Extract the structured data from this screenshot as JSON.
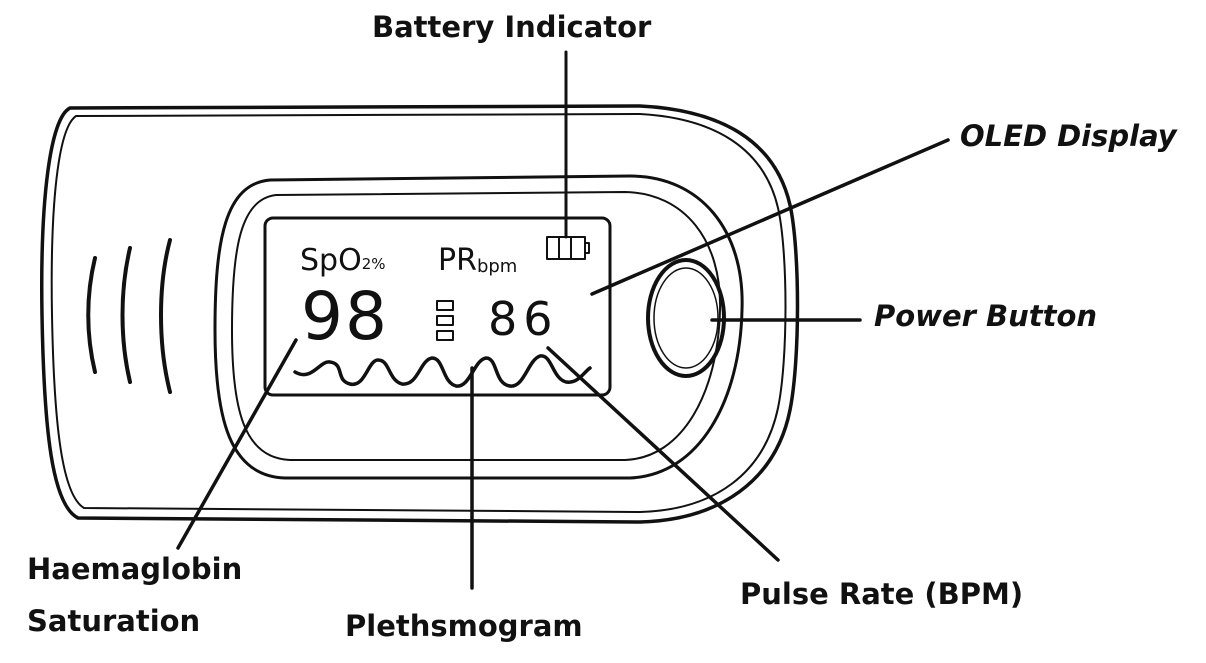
{
  "labels": {
    "battery_indicator": "Battery Indicator",
    "oled_display": "OLED Display",
    "power_button": "Power Button",
    "haemoglobin_saturation_line1": "Haemaglobin",
    "haemoglobin_saturation_line2": "Saturation",
    "plethysmogram": "Plethsmogram",
    "pulse_rate": "Pulse Rate (BPM)"
  },
  "screen": {
    "spo2_label": "SpO",
    "spo2_unit": "2%",
    "pr_label": "PR",
    "pr_unit": "bpm",
    "spo2_value": "98",
    "pr_value": "86"
  },
  "colors": {
    "line": "#111111",
    "background": "#ffffff"
  }
}
